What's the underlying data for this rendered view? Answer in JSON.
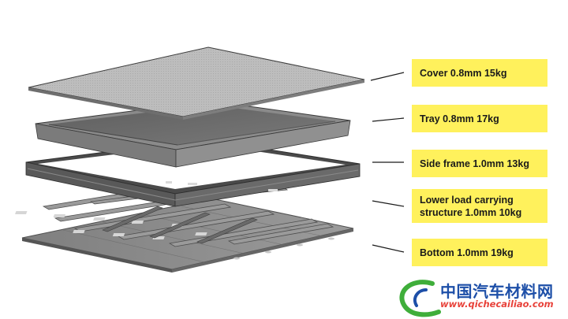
{
  "layers": [
    {
      "label": "Cover 0.8mm 15kg"
    },
    {
      "label": "Tray 0.8mm 17kg"
    },
    {
      "label": "Side frame 1.0mm 13kg"
    },
    {
      "label": "Lower load carrying structure 1.0mm 10kg"
    },
    {
      "label": "Bottom 1.0mm 19kg"
    }
  ],
  "watermark": {
    "title": "中国汽车材料网",
    "url": "www.qichecailiao.com"
  },
  "colors": {
    "label_bg": "#fff15c",
    "cover": "#b8b8b8",
    "tray": "#6e6e6e",
    "frame": "#4a4a4a",
    "bottom": "#8c8c8c",
    "watermark_blue": "#1d4fa8",
    "watermark_red": "#e8423a",
    "watermark_green": "#3fae3a"
  }
}
